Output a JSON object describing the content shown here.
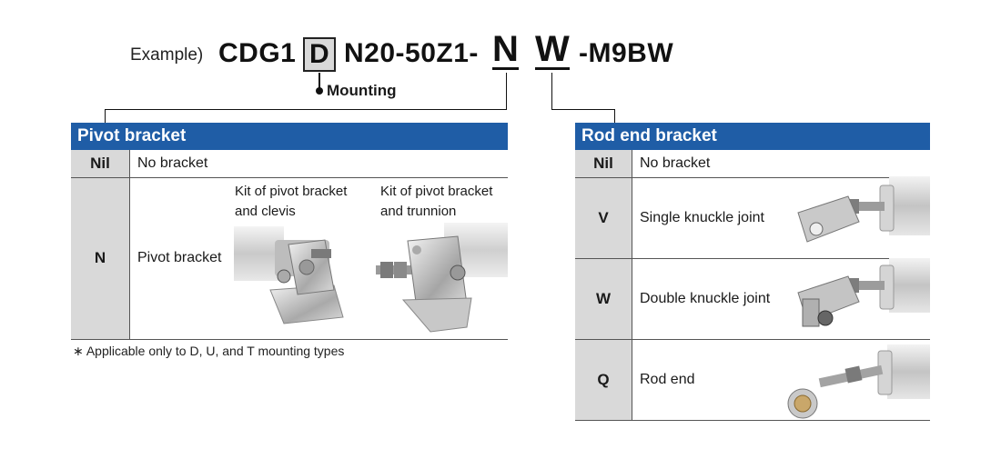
{
  "example": {
    "prefix": "Example)",
    "part1": "CDG1",
    "boxed": "D",
    "part2": "N20-50Z1-",
    "code_n": "N",
    "code_w": "W",
    "suffix": "-M9BW",
    "mounting_label": "Mounting"
  },
  "pivot": {
    "header": "Pivot bracket",
    "rows": [
      {
        "code": "Nil",
        "desc": "No bracket"
      },
      {
        "code": "N",
        "desc": "Pivot bracket"
      }
    ],
    "kit_clevis": "Kit of pivot bracket\nand clevis",
    "kit_trunnion": "Kit of pivot bracket\nand trunnion",
    "note": "∗  Applicable only to D, U, and T mounting types"
  },
  "rod_end": {
    "header": "Rod end bracket",
    "rows": [
      {
        "code": "Nil",
        "desc": "No bracket"
      },
      {
        "code": "V",
        "desc": "Single knuckle joint"
      },
      {
        "code": "W",
        "desc": "Double knuckle joint"
      },
      {
        "code": "Q",
        "desc": "Rod end"
      }
    ]
  },
  "images": {
    "clevis_kit": "pivot-bracket-clevis-photo",
    "trunnion_kit": "pivot-bracket-trunnion-photo",
    "single_knuckle": "single-knuckle-joint-photo",
    "double_knuckle": "double-knuckle-joint-photo",
    "rod_end": "rod-end-photo"
  },
  "colors": {
    "header_blue": "#1f5da6",
    "code_cell_gray": "#d9d9d9"
  }
}
